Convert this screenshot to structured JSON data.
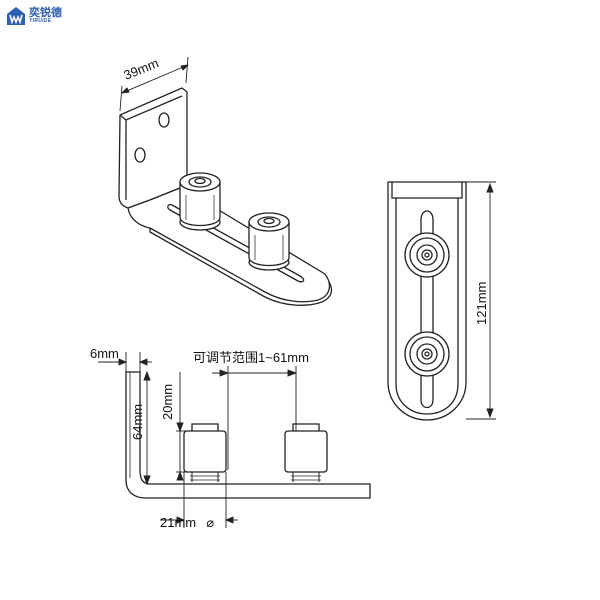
{
  "logo": {
    "cn": "奕锐德",
    "en": "YIRUIDE"
  },
  "dimensions": {
    "width": "39mm",
    "length": "121mm",
    "thickness": "6mm",
    "height": "64mm",
    "roller_height": "20mm",
    "roller_diameter": "21mm",
    "diameter_symbol": "⌀",
    "adjust_range": "可调节范围1~61mm"
  },
  "colors": {
    "line": "#222222",
    "logo": "#2f5fb0"
  }
}
